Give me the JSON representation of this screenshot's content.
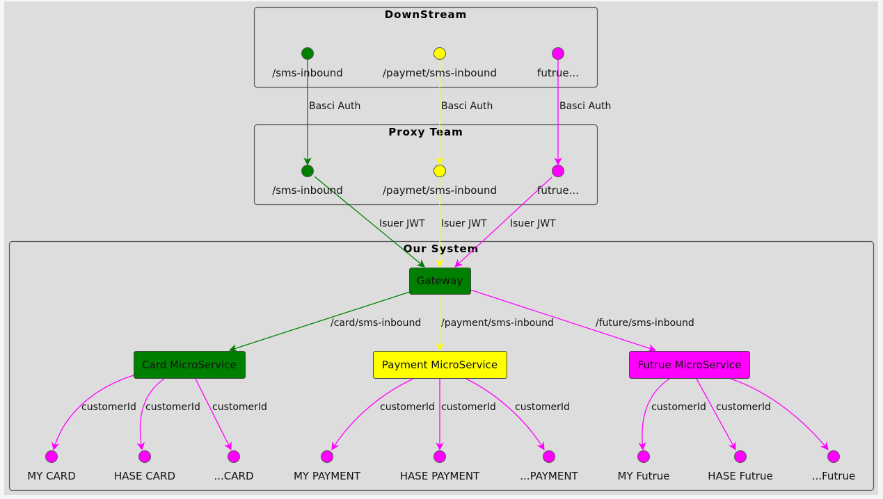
{
  "packages": {
    "downstream": {
      "title": "DownStream"
    },
    "proxy": {
      "title": "Proxy Team"
    },
    "system": {
      "title": "Our System"
    }
  },
  "colors": {
    "green": "#008000",
    "yellow": "#ffff00",
    "magenta": "#ff00ff",
    "background": "#dddddd"
  },
  "downstream_nodes": [
    {
      "label": "/sms-inbound",
      "color": "#008000"
    },
    {
      "label": "/paymet/sms-inbound",
      "color": "#ffff00"
    },
    {
      "label": "futrue...",
      "color": "#ff00ff"
    }
  ],
  "proxy_nodes": [
    {
      "label": "/sms-inbound",
      "color": "#008000"
    },
    {
      "label": "/paymet/sms-inbound",
      "color": "#ffff00"
    },
    {
      "label": "futrue...",
      "color": "#ff00ff"
    }
  ],
  "gateway": {
    "label": "Gateway",
    "color": "#008000"
  },
  "services": [
    {
      "label": "Card MicroService",
      "color": "#008000"
    },
    {
      "label": "Payment MicroService",
      "color": "#ffff00"
    },
    {
      "label": "Futrue MicroService",
      "color": "#ff00ff"
    }
  ],
  "leaves": [
    {
      "label": "MY CARD"
    },
    {
      "label": "HASE CARD"
    },
    {
      "label": "...CARD"
    },
    {
      "label": "MY PAYMENT"
    },
    {
      "label": "HASE PAYMENT"
    },
    {
      "label": "...PAYMENT"
    },
    {
      "label": "MY Futrue"
    },
    {
      "label": "HASE Futrue"
    },
    {
      "label": "...Futrue"
    }
  ],
  "edge_labels": {
    "basic_auth": [
      "Basci Auth",
      "Basci Auth",
      "Basci Auth"
    ],
    "issuer_jwt": [
      "Isuer JWT",
      "Isuer JWT",
      "Isuer JWT"
    ],
    "routes": [
      "/card/sms-inbound",
      "/payment/sms-inbound",
      "/future/sms-inbound"
    ],
    "customer": [
      "customerId",
      "customerId",
      "customerId",
      "customerId",
      "customerId",
      "customerId",
      "customerId",
      "customerId"
    ]
  }
}
